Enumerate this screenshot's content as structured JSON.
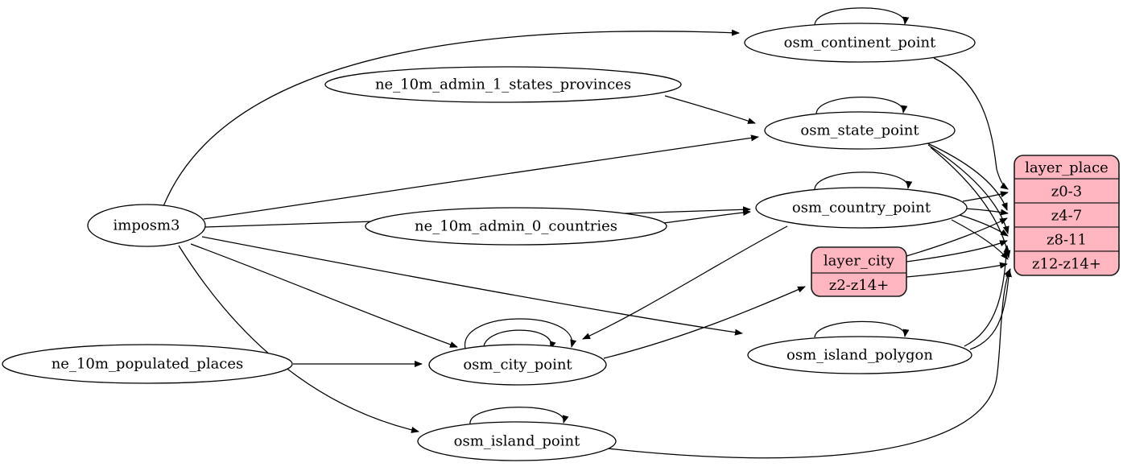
{
  "diagram": {
    "kind": "etl-graph",
    "colors": {
      "background": "#ffffff",
      "node_fill": "#ffffff",
      "node_stroke": "#000000",
      "record_fill": "#ffb6c1",
      "record_stroke": "#1a1a1a",
      "edge": "#000000"
    }
  },
  "nodes": [
    {
      "id": "imposm3",
      "label": "imposm3"
    },
    {
      "id": "ne_10m_admin_1_states_provinces",
      "label": "ne_10m_admin_1_states_provinces"
    },
    {
      "id": "ne_10m_admin_0_countries",
      "label": "ne_10m_admin_0_countries"
    },
    {
      "id": "ne_10m_populated_places",
      "label": "ne_10m_populated_places"
    },
    {
      "id": "osm_continent_point",
      "label": "osm_continent_point"
    },
    {
      "id": "osm_state_point",
      "label": "osm_state_point"
    },
    {
      "id": "osm_country_point",
      "label": "osm_country_point"
    },
    {
      "id": "osm_city_point",
      "label": "osm_city_point"
    },
    {
      "id": "osm_island_polygon",
      "label": "osm_island_polygon"
    },
    {
      "id": "osm_island_point",
      "label": "osm_island_point"
    }
  ],
  "records": [
    {
      "id": "layer_city",
      "title": "layer_city",
      "rows": [
        "z2-z14+"
      ]
    },
    {
      "id": "layer_place",
      "title": "layer_place",
      "rows": [
        "z0-3",
        "z4-7",
        "z8-11",
        "z12-z14+"
      ]
    }
  ],
  "edges": [
    {
      "from": "imposm3",
      "to": "osm_continent_point"
    },
    {
      "from": "imposm3",
      "to": "osm_state_point"
    },
    {
      "from": "imposm3",
      "to": "osm_country_point"
    },
    {
      "from": "imposm3",
      "to": "osm_city_point"
    },
    {
      "from": "imposm3",
      "to": "osm_island_polygon"
    },
    {
      "from": "imposm3",
      "to": "osm_island_point"
    },
    {
      "from": "ne_10m_admin_1_states_provinces",
      "to": "osm_state_point"
    },
    {
      "from": "ne_10m_admin_0_countries",
      "to": "osm_country_point"
    },
    {
      "from": "ne_10m_populated_places",
      "to": "osm_city_point"
    },
    {
      "from": "osm_country_point",
      "to": "osm_city_point"
    },
    {
      "from": "osm_city_point",
      "to": "layer_city",
      "port": "z2-z14+"
    },
    {
      "from": "osm_continent_point",
      "to": "layer_place",
      "port": "z0-3"
    },
    {
      "from": "osm_country_point",
      "to": "layer_place",
      "port": "z0-3"
    },
    {
      "from": "osm_country_point",
      "to": "layer_place",
      "port": "z4-7"
    },
    {
      "from": "osm_country_point",
      "to": "layer_place",
      "port": "z8-11"
    },
    {
      "from": "osm_country_point",
      "to": "layer_place",
      "port": "z12-z14+"
    },
    {
      "from": "osm_state_point",
      "to": "layer_place",
      "port": "z4-7"
    },
    {
      "from": "osm_state_point",
      "to": "layer_place",
      "port": "z8-11"
    },
    {
      "from": "osm_state_point",
      "to": "layer_place",
      "port": "z12-z14+"
    },
    {
      "from": "layer_city",
      "to": "layer_place",
      "port": "z4-7"
    },
    {
      "from": "layer_city",
      "to": "layer_place",
      "port": "z8-11"
    },
    {
      "from": "layer_city",
      "to": "layer_place",
      "port": "z12-z14+"
    },
    {
      "from": "osm_island_polygon",
      "to": "layer_place",
      "port": "z8-11"
    },
    {
      "from": "osm_island_polygon",
      "to": "layer_place",
      "port": "z12-z14+"
    },
    {
      "from": "osm_island_point",
      "to": "layer_place",
      "port": "z12-z14+"
    },
    {
      "from": "osm_continent_point",
      "to": "osm_continent_point"
    },
    {
      "from": "osm_state_point",
      "to": "osm_state_point"
    },
    {
      "from": "osm_country_point",
      "to": "osm_country_point"
    },
    {
      "from": "osm_city_point",
      "to": "osm_city_point"
    },
    {
      "from": "osm_city_point",
      "to": "osm_city_point"
    },
    {
      "from": "osm_island_polygon",
      "to": "osm_island_polygon"
    },
    {
      "from": "osm_island_point",
      "to": "osm_island_point"
    }
  ]
}
